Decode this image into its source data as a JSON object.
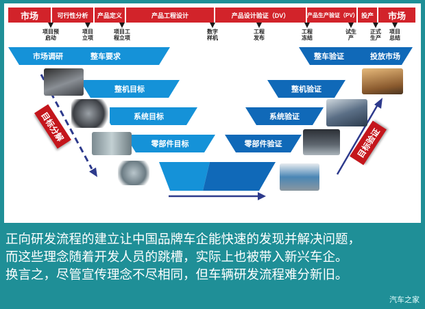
{
  "stages": [
    {
      "label": "市场"
    },
    {
      "label": "可行性分析"
    },
    {
      "label": "产品定义"
    },
    {
      "label": "产品工程设计"
    },
    {
      "label": "产品设计验证（DV）"
    },
    {
      "label": "产品生产验证（PV）"
    },
    {
      "label": "投产"
    },
    {
      "label": "市场"
    }
  ],
  "milestones": [
    {
      "label": "项目预\n启动"
    },
    {
      "label": "项目\n立项"
    },
    {
      "label": "项目工\n程立项"
    },
    {
      "label": "数字\n样机"
    },
    {
      "label": "工程\n发布"
    },
    {
      "label": "工程\n冻结"
    },
    {
      "label": "试生\n产"
    },
    {
      "label": "正式\n生产"
    },
    {
      "label": "项目\n总结"
    }
  ],
  "left_bands": [
    {
      "label": "市场调研"
    },
    {
      "label": "整车要求"
    },
    {
      "label": "整机目标"
    },
    {
      "label": "系统目标"
    },
    {
      "label": "零部件目标"
    }
  ],
  "right_bands": [
    {
      "label": "整车验证"
    },
    {
      "label": "投放市场"
    },
    {
      "label": "整机验证"
    },
    {
      "label": "系统验证"
    },
    {
      "label": "零部件验证"
    }
  ],
  "left_tag": "目标分解",
  "right_tag": "目标验证",
  "caption": [
    "正向研发流程的建立让中国品牌车企能快速的发现并解决问题，",
    "而这些理念随着开发人员的跳槽，实际上也被带入新兴车企。",
    "换言之，尽管宣传理念不尽相同，但车辆研发流程难分新旧。"
  ],
  "watermark": "汽车之家",
  "colors": {
    "stage_red": "#d2232a",
    "band_blue": "#1592d8",
    "band_dark": "#1069b8",
    "tag_red": "#c4161c",
    "frame_teal": "#1f8f97",
    "arrow_navy": "#2d3a8c"
  }
}
